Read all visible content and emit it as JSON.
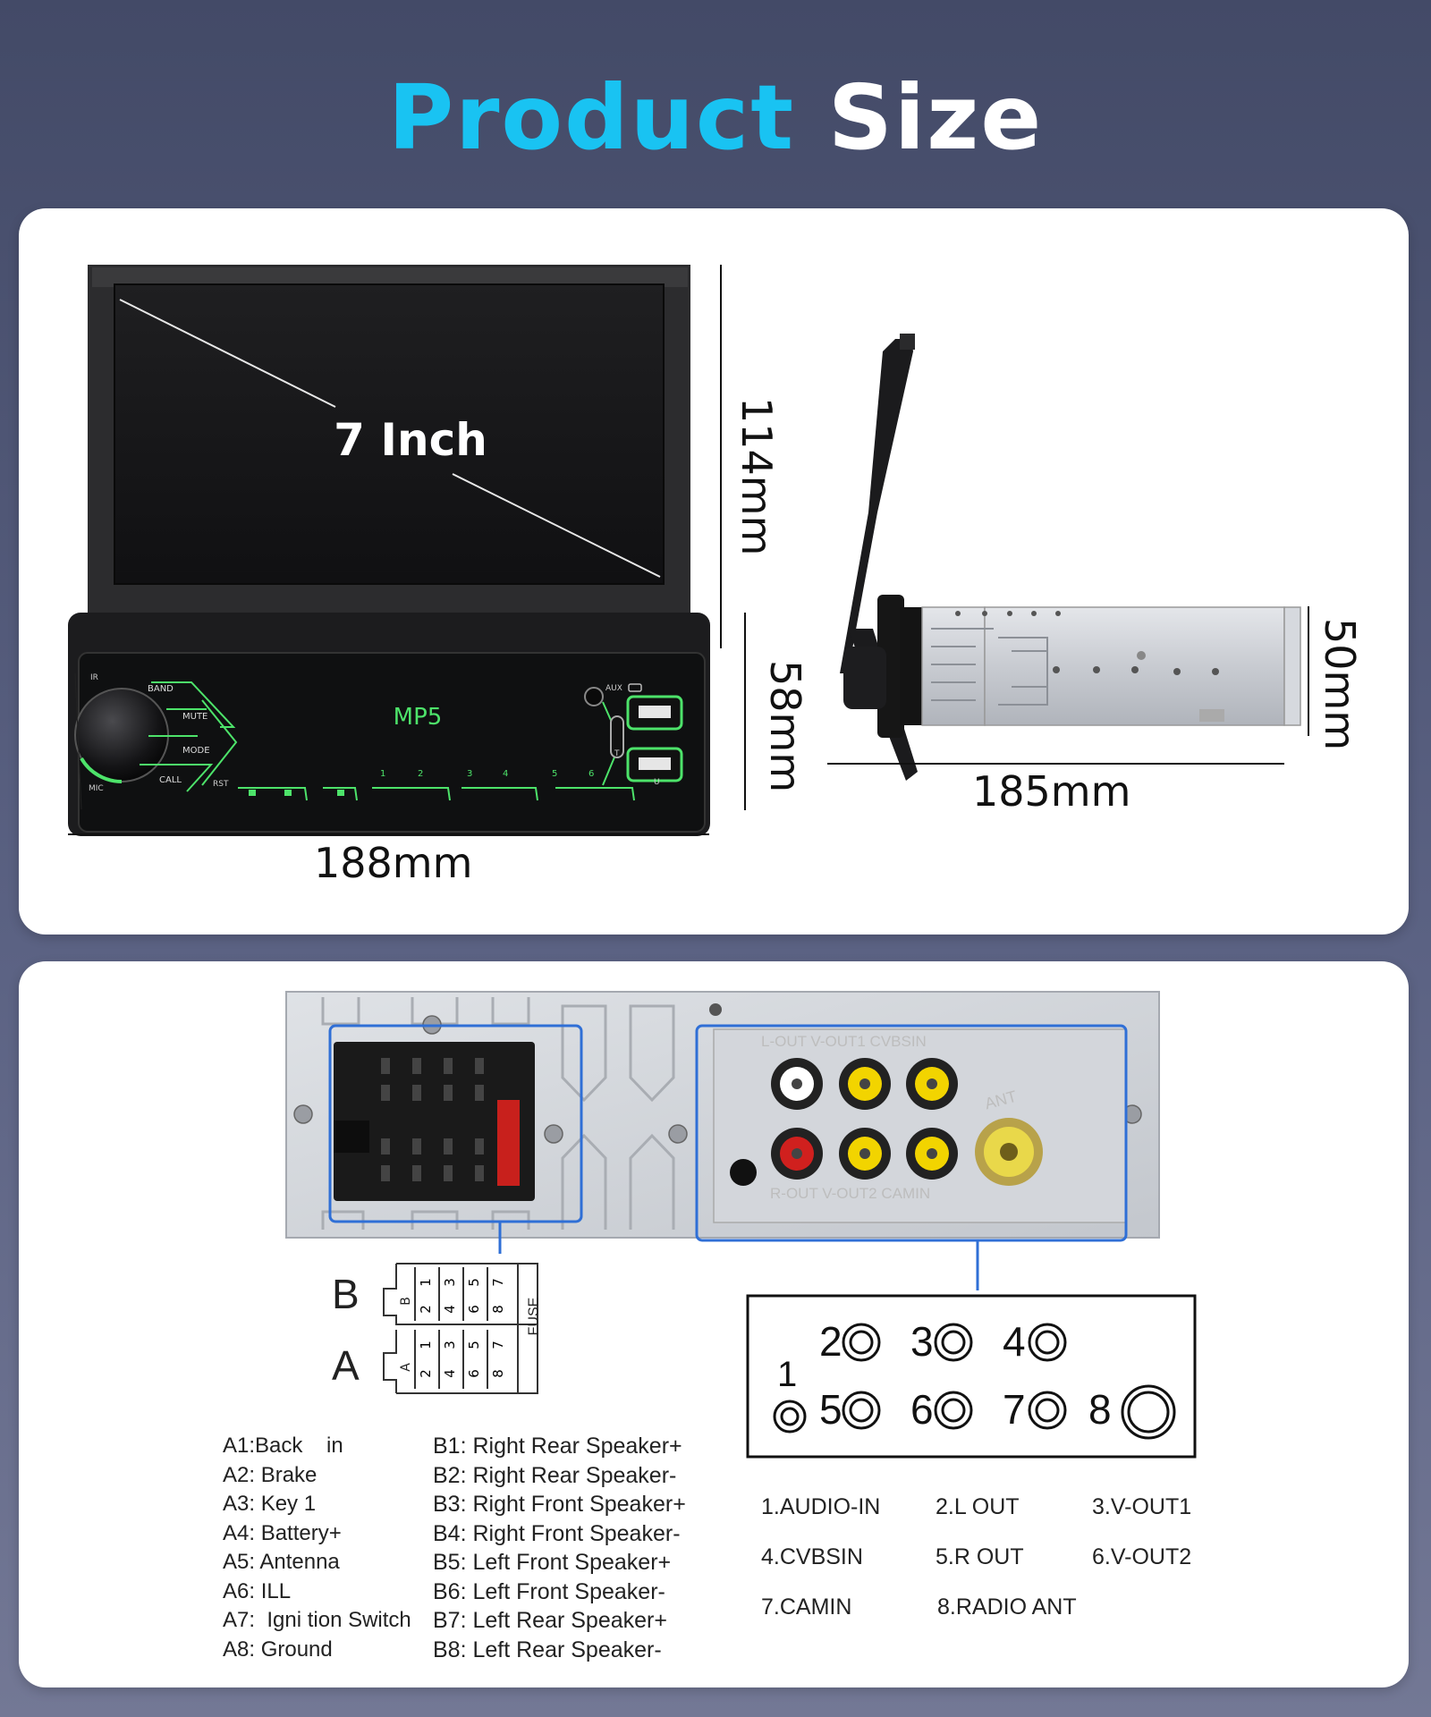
{
  "header": {
    "title_word1": "Product",
    "title_word2": "Size"
  },
  "front_view": {
    "screen_label": "7 Inch",
    "display_text": "MP5",
    "buttons": [
      "BAND",
      "MUTE",
      "MODE",
      "CALL"
    ],
    "small_labels": {
      "ir": "IR",
      "mic": "MIC",
      "rst": "RST",
      "aux": "AUX",
      "t": "T",
      "u": "U"
    },
    "preset_numbers": [
      "1",
      "2",
      "3",
      "4",
      "5",
      "6"
    ]
  },
  "dimensions": {
    "height_top": "114mm",
    "height_bottom": "58mm",
    "width_front": "188mm",
    "depth_side": "185mm",
    "height_side": "50mm"
  },
  "connector": {
    "top_labels": "L-OUT V-OUT1 CVBSIN",
    "bottom_labels": "R-OUT V-OUT2 CAMIN",
    "ant_label": "ANT",
    "row_b": "B",
    "row_a": "A",
    "fuse_label": "FUSE",
    "pin_top": [
      "1",
      "3",
      "5",
      "7"
    ],
    "pin_bottom": [
      "2",
      "4",
      "6",
      "8"
    ]
  },
  "port_diagram": {
    "numbers": [
      "1",
      "2",
      "3",
      "4",
      "5",
      "6",
      "7",
      "8"
    ]
  },
  "wiring": {
    "a": [
      "A1:Back    in",
      "A2: Brake",
      "A3: Key 1",
      "A4: Battery+",
      "A5: Antenna",
      "A6: ILL",
      "A7:  Igni tion Switch",
      "A8: Ground"
    ],
    "b": [
      "B1: Right Rear Speaker+",
      "B2: Right Rear Speaker-",
      "B3: Right Front Speaker+",
      "B4: Right Front Speaker-",
      "B5: Left Front Speaker+",
      "B6: Left Front Speaker-",
      "B7: Left Rear Speaker+",
      "B8: Left Rear Speaker-"
    ]
  },
  "port_legend": [
    "1.AUDIO-IN",
    "2.L OUT",
    "3.V-OUT1",
    "4.CVBSIN",
    "5.R OUT",
    "6.V-OUT2",
    "7.CAMIN",
    "8.RADIO ANT"
  ],
  "colors": {
    "accent": "#19c3f2",
    "green_led": "#4de36a",
    "outline_blue": "#2f6fd6"
  }
}
